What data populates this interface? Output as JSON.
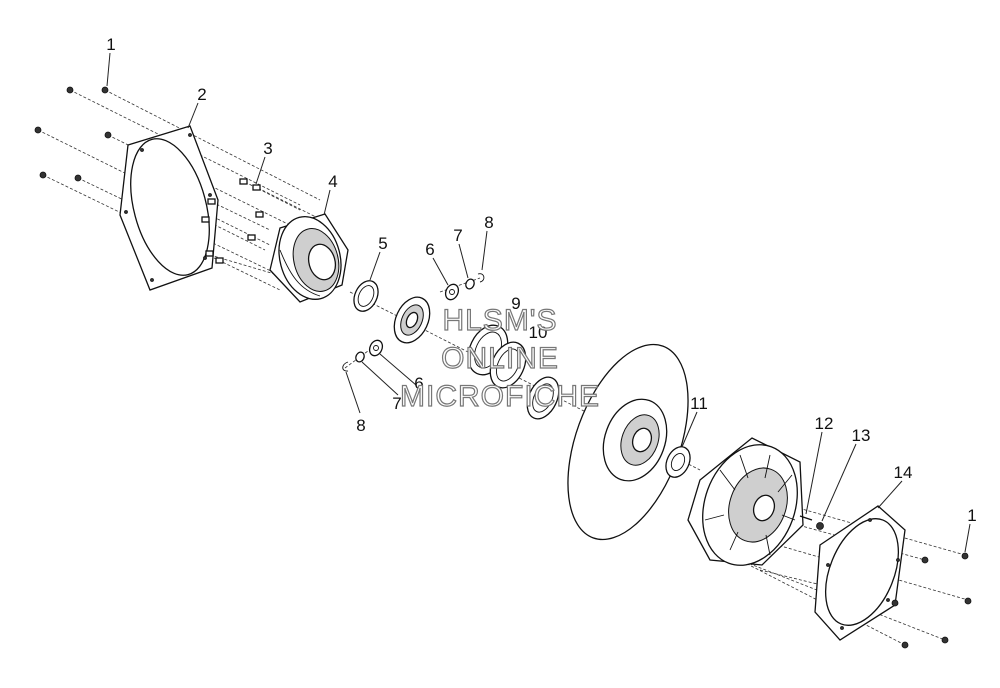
{
  "callouts": [
    {
      "id": "c1a",
      "text": "1"
    },
    {
      "id": "c2",
      "text": "2"
    },
    {
      "id": "c3",
      "text": "3"
    },
    {
      "id": "c4",
      "text": "4"
    },
    {
      "id": "c5",
      "text": "5"
    },
    {
      "id": "c6a",
      "text": "6"
    },
    {
      "id": "c7a",
      "text": "7"
    },
    {
      "id": "c8a",
      "text": "8"
    },
    {
      "id": "c9",
      "text": "9"
    },
    {
      "id": "c10",
      "text": "10"
    },
    {
      "id": "c6b",
      "text": "6"
    },
    {
      "id": "c7b",
      "text": "7"
    },
    {
      "id": "c8b",
      "text": "8"
    },
    {
      "id": "c11",
      "text": "11"
    },
    {
      "id": "c12",
      "text": "12"
    },
    {
      "id": "c13",
      "text": "13"
    },
    {
      "id": "c14",
      "text": "14"
    },
    {
      "id": "c1b",
      "text": "1"
    }
  ],
  "watermark": {
    "line1": "HLSM'S",
    "line2": "ONLINE",
    "line3": "MICROFICHE"
  }
}
